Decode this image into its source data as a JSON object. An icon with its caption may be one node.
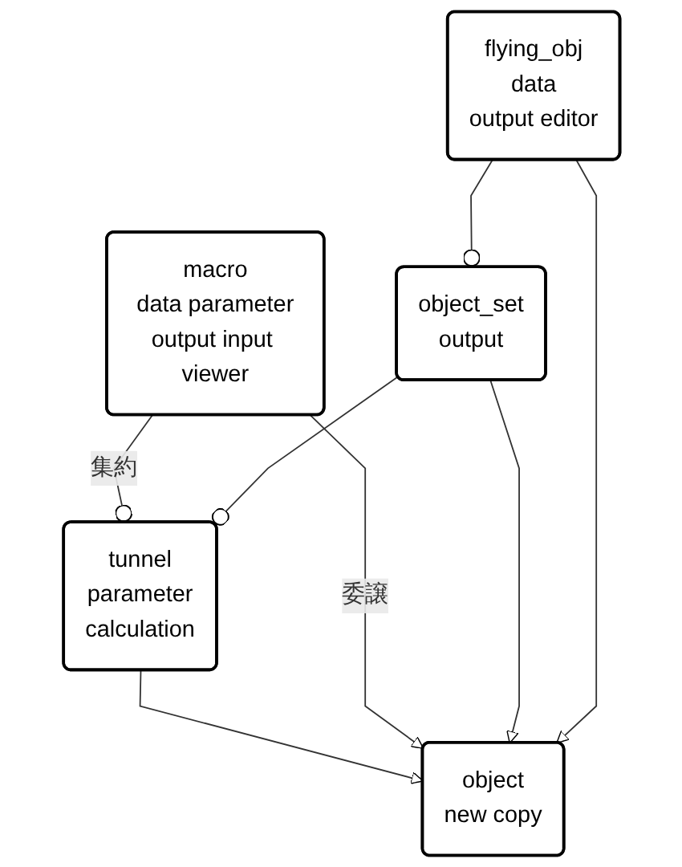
{
  "diagram": {
    "nodes": [
      {
        "text": [
          "object",
          "new copy"
        ]
      },
      {
        "text": [
          "tunnel",
          "parameter",
          "calculation"
        ]
      },
      {
        "text": [
          "macro",
          "data parameter",
          "output input viewer"
        ]
      },
      {
        "text": [
          "object_set",
          "output"
        ]
      },
      {
        "text": [
          "flying_obj",
          "data",
          "output editor"
        ]
      }
    ],
    "edges": [
      {
        "from": 1,
        "to": 0,
        "arrow": "to"
      },
      {
        "from": 2,
        "to": 0,
        "arrow": "to",
        "label": "委譲"
      },
      {
        "from": 3,
        "to": 0,
        "arrow": "to"
      },
      {
        "from": 4,
        "to": 0,
        "arrow": "to"
      },
      {
        "from": 1,
        "to": 2,
        "arrow": "other",
        "label": "集約"
      },
      {
        "from": 1,
        "to": 3,
        "arrow": "other"
      },
      {
        "from": 3,
        "to": 4,
        "arrow": "other"
      }
    ]
  }
}
